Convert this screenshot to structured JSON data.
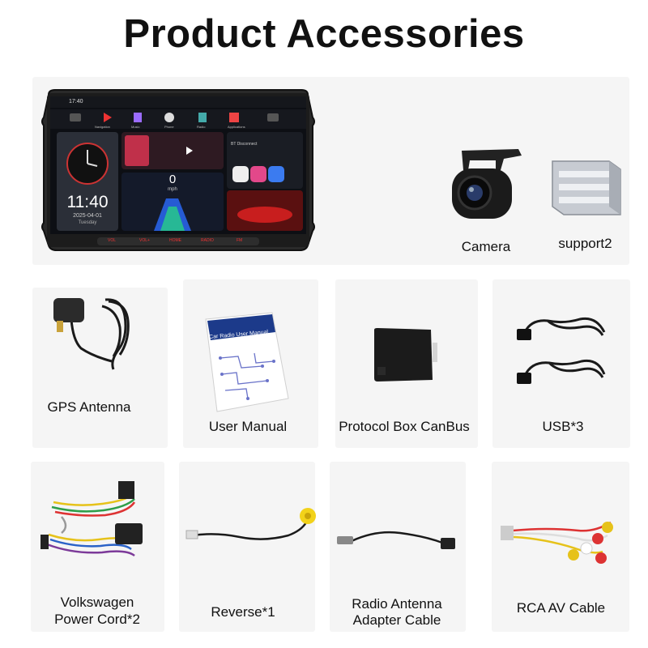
{
  "page_title": "Product Accessories",
  "head_unit": {
    "status_time": "17:40",
    "clock_time": "11:40",
    "clock_date": "2025-04-01",
    "clock_day": "Tuesday",
    "speed_value": "0",
    "speed_unit": "mph",
    "apps": [
      "Navigation",
      "Music",
      "Phone",
      "Radio",
      "Applications"
    ],
    "bt_title": "BT Disconnect",
    "bezel_buttons": [
      "VOL",
      "VOL+",
      "HOME",
      "RADIO",
      "FM"
    ]
  },
  "manual_cover_text": "Car Radio User Manual",
  "items": [
    {
      "label": "Camera"
    },
    {
      "label": "support2"
    },
    {
      "label": "GPS Antenna"
    },
    {
      "label": "User Manual"
    },
    {
      "label": "Protocol Box CanBus"
    },
    {
      "label": "USB*3"
    },
    {
      "line1": "Volkswagen",
      "line2": "Power Cord*2"
    },
    {
      "label": "Reverse*1"
    },
    {
      "line1": "Radio Antenna",
      "line2": "Adapter Cable"
    },
    {
      "label": "RCA AV Cable"
    }
  ]
}
